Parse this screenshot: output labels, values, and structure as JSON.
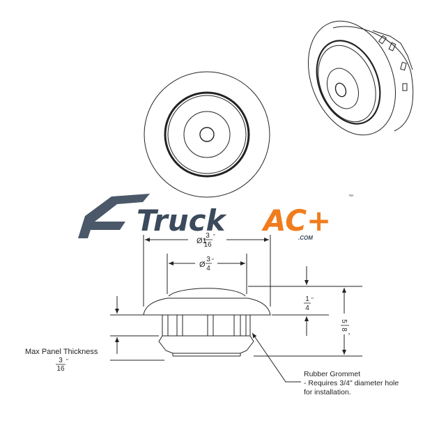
{
  "drawing": {
    "overall_diameter": {
      "prefix": "Ø1",
      "num": "3",
      "den": "16",
      "unit": "\""
    },
    "hole_diameter": {
      "prefix": "Ø",
      "num": "3",
      "den": "4",
      "unit": "\""
    },
    "flange_height": {
      "num": "1",
      "den": "4",
      "unit": "\""
    },
    "total_height": {
      "num": "5",
      "den": "8",
      "unit": "\""
    },
    "panel": {
      "label": "Max Panel Thickness",
      "num": "3",
      "den": "16",
      "unit": "\""
    },
    "callout": {
      "line1": "Rubber Grommet",
      "line2": "- Requires 3/4\" diameter hole",
      "line3": "for installation."
    }
  },
  "logo": {
    "word1": "Truck",
    "word2": "AC+",
    "suffix": ".COM",
    "tm": "™",
    "colors": {
      "dark": "#3b4a5c",
      "accent": "#f07c1e"
    }
  }
}
